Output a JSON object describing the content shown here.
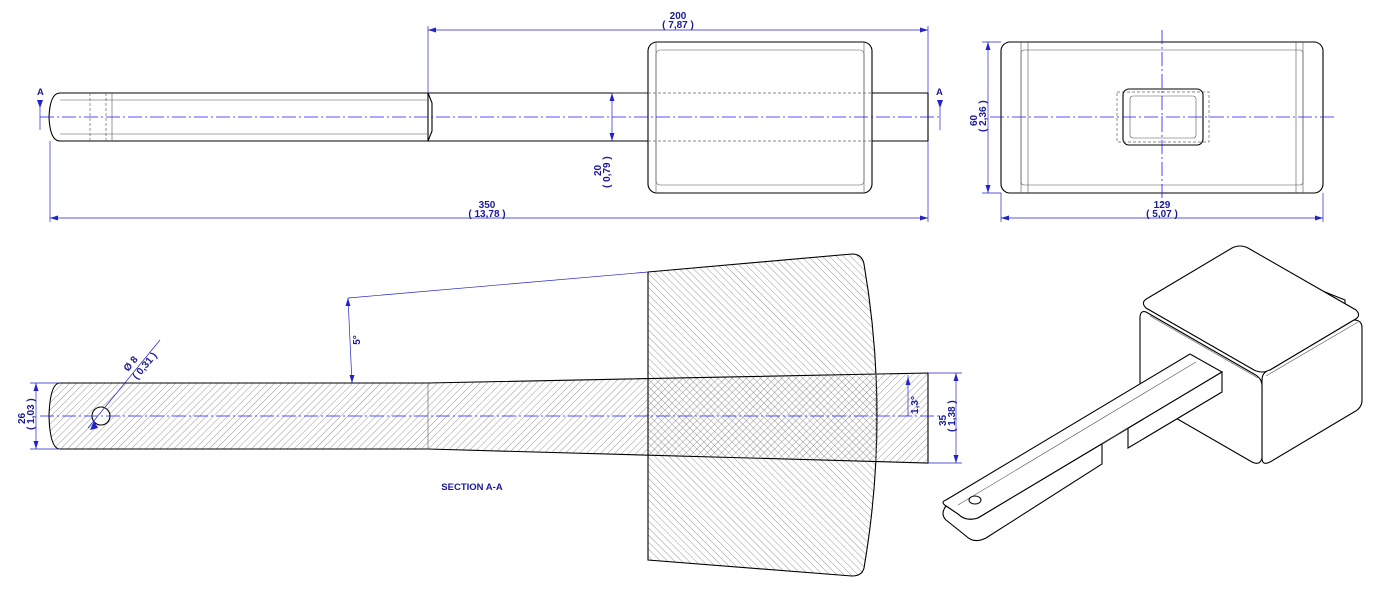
{
  "top_view": {
    "section_mark_left": "A",
    "section_mark_right": "A",
    "dim_head_length": {
      "mm": "200",
      "in": "( 7,87 )"
    },
    "dim_overall_length": {
      "mm": "350",
      "in": "( 13,78 )"
    },
    "dim_handle_width": {
      "mm": "20",
      "in": "( 0,79 )"
    }
  },
  "end_view": {
    "dim_height": {
      "mm": "60",
      "in": "( 2,36 )"
    },
    "dim_width": {
      "mm": "129",
      "in": "( 5,07 )"
    }
  },
  "section_view": {
    "title": "SECTION A-A",
    "dim_hole": {
      "mm": "Ø 8",
      "in": "( 0,31 )"
    },
    "dim_taper_angle": "5°",
    "dim_small_angle": "1,3°",
    "dim_handle_end": {
      "mm": "26",
      "in": "( 1,03 )"
    },
    "dim_handle_tip": {
      "mm": "35",
      "in": "( 1,38 )"
    }
  },
  "colors": {
    "outline": "#000000",
    "dimension": "#2222cc",
    "centerline": "#1a1aff",
    "background": "#ffffff"
  }
}
